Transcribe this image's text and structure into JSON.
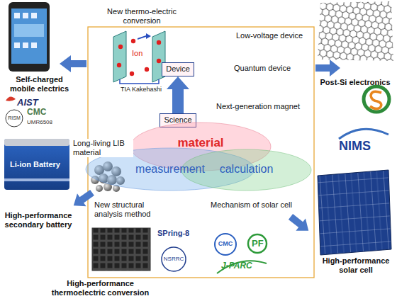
{
  "diagram": {
    "nodes": [
      {
        "text": [
          "Device"
        ]
      },
      {
        "text": [
          "Science"
        ]
      },
      {
        "text": [
          "material"
        ]
      },
      {
        "text": [
          "measurement"
        ]
      },
      {
        "text": [
          "calculation"
        ]
      }
    ],
    "edges": [
      {
        "from": 1,
        "to": 0,
        "arrow": "to"
      }
    ],
    "labels": [
      "New thermo-electric conversion",
      "Ion",
      "TIA Kakehashi",
      "Low-voltage device",
      "Quantum device",
      "Next-generation magnet",
      "Long-living LIB material",
      "New structural analysis method",
      "Mechanism of solar cell",
      "Self-charged mobile electrics",
      "AIST",
      "RISM",
      "CMC",
      "UMR6508",
      "Li-ion Battery",
      "High-performance secondary battery",
      "High-performance thermoelectric conversion",
      "SPring-8",
      "NSRRC",
      "CMC",
      "PF",
      "J-PARC",
      "Post-Si electronics",
      "NIMS",
      "High-performance solar cell"
    ]
  }
}
